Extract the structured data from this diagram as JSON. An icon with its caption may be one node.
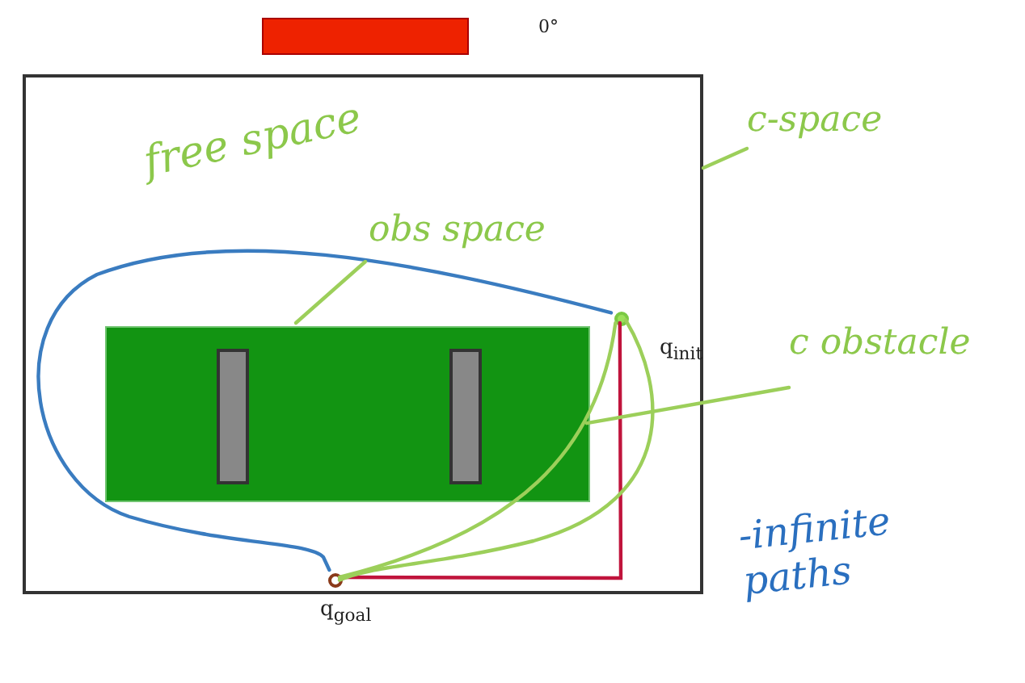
{
  "diagram": {
    "nodes": [
      {
        "text": [],
        "shape": "box"
      },
      {
        "text": [],
        "shape": "box",
        "in": 0
      },
      {
        "text": [],
        "shape": "bar",
        "in": 1
      },
      {
        "text": [],
        "shape": "bar",
        "in": 1
      },
      {
        "text": [],
        "shape": "circle",
        "in": 0,
        "beside": [
          "q$_{init}$"
        ]
      },
      {
        "text": [],
        "shape": "circle",
        "in": 0,
        "beside": [
          "q$_{goal}$"
        ]
      },
      {
        "text": [
          "obs space"
        ],
        "in": 0
      },
      {
        "text": [
          "c-space"
        ]
      },
      {
        "text": [
          "c obstacle"
        ]
      },
      {
        "text": [],
        "shape": "bar",
        "beside": [
          "0°"
        ]
      }
    ],
    "edges": [
      {
        "from": 4,
        "to": 5,
        "arrow": "none",
        "color": "#3a7cc0"
      },
      {
        "from": 4,
        "to": 5,
        "arrow": "none",
        "color": "#c0143c"
      },
      {
        "from": 4,
        "to": 5,
        "arrow": "none",
        "color": "#9ccf5a"
      },
      {
        "from": 4,
        "to": 5,
        "arrow": "none",
        "color": "#9ccf5a"
      },
      {
        "from": 6,
        "to": 1,
        "arrow": "none"
      },
      {
        "from": 7,
        "to": 0,
        "arrow": "none"
      },
      {
        "from": 8,
        "to": 1,
        "arrow": "none"
      }
    ],
    "labels": [
      "free space",
      "-infinite paths"
    ]
  }
}
